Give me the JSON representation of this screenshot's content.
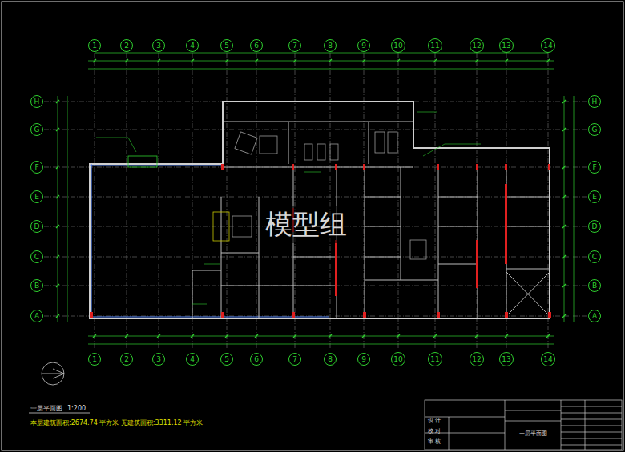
{
  "diagram": {
    "nodes": [
      {
        "text": [
          "1"
        ]
      },
      {
        "text": [
          "2"
        ]
      },
      {
        "text": [
          "3"
        ]
      },
      {
        "text": [
          "4"
        ]
      },
      {
        "text": [
          "5"
        ]
      },
      {
        "text": [
          "6"
        ]
      },
      {
        "text": [
          "7"
        ]
      },
      {
        "text": [
          "8"
        ]
      },
      {
        "text": [
          "9"
        ]
      },
      {
        "text": [
          "10"
        ]
      },
      {
        "text": [
          "11"
        ]
      },
      {
        "text": [
          "12"
        ]
      },
      {
        "text": [
          "13"
        ]
      },
      {
        "text": [
          "14"
        ]
      },
      {
        "text": [
          "1"
        ]
      },
      {
        "text": [
          "2"
        ]
      },
      {
        "text": [
          "3"
        ]
      },
      {
        "text": [
          "4"
        ]
      },
      {
        "text": [
          "5"
        ]
      },
      {
        "text": [
          "6"
        ]
      },
      {
        "text": [
          "7"
        ]
      },
      {
        "text": [
          "8"
        ]
      },
      {
        "text": [
          "9"
        ]
      },
      {
        "text": [
          "10"
        ]
      },
      {
        "text": [
          "11"
        ]
      },
      {
        "text": [
          "12"
        ]
      },
      {
        "text": [
          "13"
        ]
      },
      {
        "text": [
          "14"
        ]
      },
      {
        "text": [
          "H"
        ]
      },
      {
        "text": [
          "G"
        ]
      },
      {
        "text": [
          "F"
        ]
      },
      {
        "text": [
          "E"
        ]
      },
      {
        "text": [
          "D"
        ]
      },
      {
        "text": [
          "C"
        ]
      },
      {
        "text": [
          "B"
        ]
      },
      {
        "text": [
          "A"
        ]
      },
      {
        "text": [
          "H"
        ]
      },
      {
        "text": [
          "G"
        ]
      },
      {
        "text": [
          "F"
        ]
      },
      {
        "text": [
          "E"
        ]
      },
      {
        "text": [
          "D"
        ]
      },
      {
        "text": [
          "C"
        ]
      },
      {
        "text": [
          "B"
        ]
      },
      {
        "text": [
          "A"
        ]
      }
    ],
    "labels": [
      "模型组",
      "一层平面图",
      "1:200",
      "本层建筑面积:2674.74 平方米 无建筑面积:3311.12 平方米",
      "设 计",
      "校 对",
      "审 核",
      "一层平面图"
    ]
  }
}
